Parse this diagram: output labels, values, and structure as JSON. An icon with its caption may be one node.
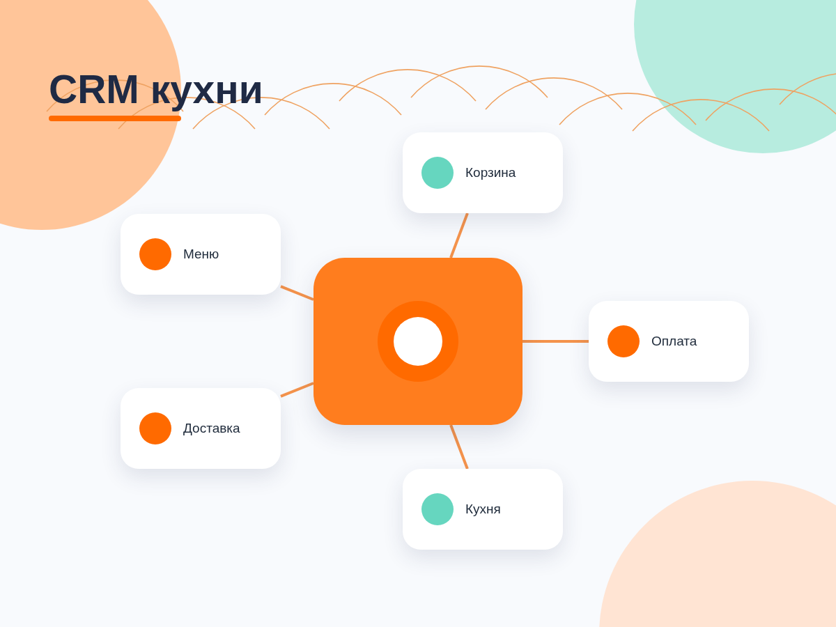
{
  "diagram": {
    "title": "CRM кухни",
    "nodes": [
      {
        "text": [
          "Корзина"
        ]
      },
      {
        "text": [
          "Меню"
        ]
      },
      {
        "text": [],
        "shape": "box"
      },
      {
        "text": [
          "Оплата"
        ]
      },
      {
        "text": [
          "Доставка"
        ]
      },
      {
        "text": [
          "Кухня"
        ]
      }
    ],
    "edges": [
      {
        "from": 2,
        "to": 0,
        "arrow": "none"
      },
      {
        "from": 2,
        "to": 1,
        "arrow": "none"
      },
      {
        "from": 2,
        "to": 3,
        "arrow": "none"
      },
      {
        "from": 2,
        "to": 4,
        "arrow": "none"
      },
      {
        "from": 2,
        "to": 5,
        "arrow": "none"
      }
    ]
  }
}
